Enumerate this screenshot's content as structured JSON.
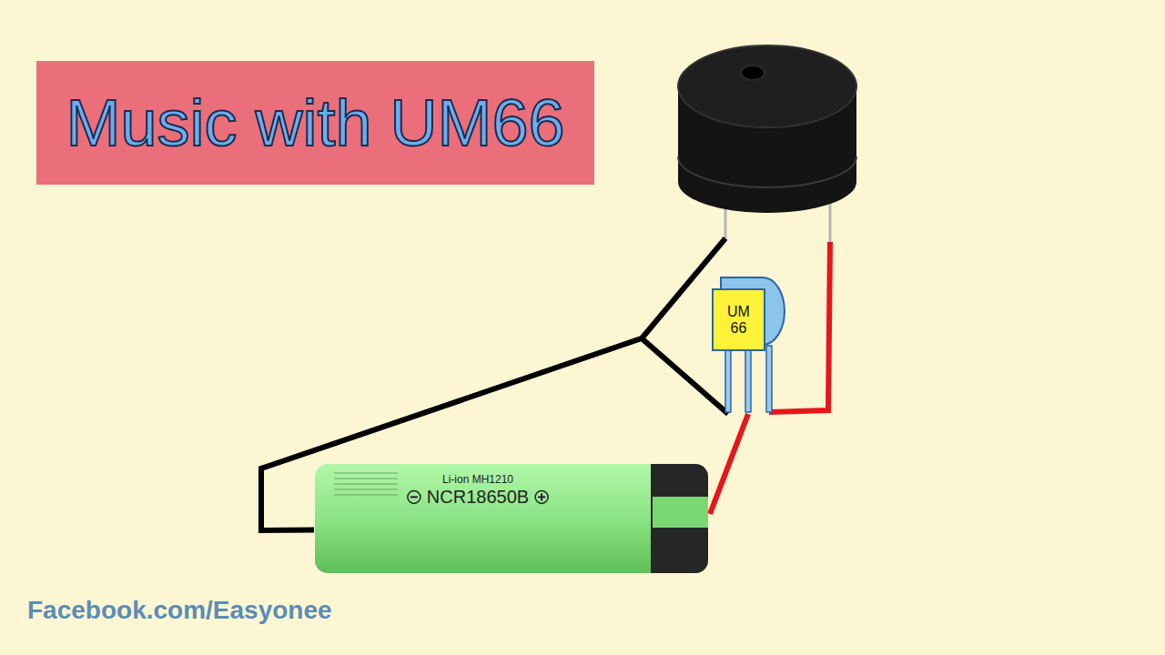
{
  "diagram": {
    "title": "Music with UM66",
    "nodes": [
      {
        "text": [
          "UM 66"
        ]
      },
      {
        "text": [
          "NCR18650B",
          "Li-ion MH1210"
        ]
      }
    ],
    "edges": [
      {
        "from": 1,
        "to": 0,
        "arrow": "none"
      },
      {
        "from": 1,
        "to": 0,
        "arrow": "none"
      }
    ],
    "labels": [
      "Facebook.com/Easyonee"
    ]
  }
}
